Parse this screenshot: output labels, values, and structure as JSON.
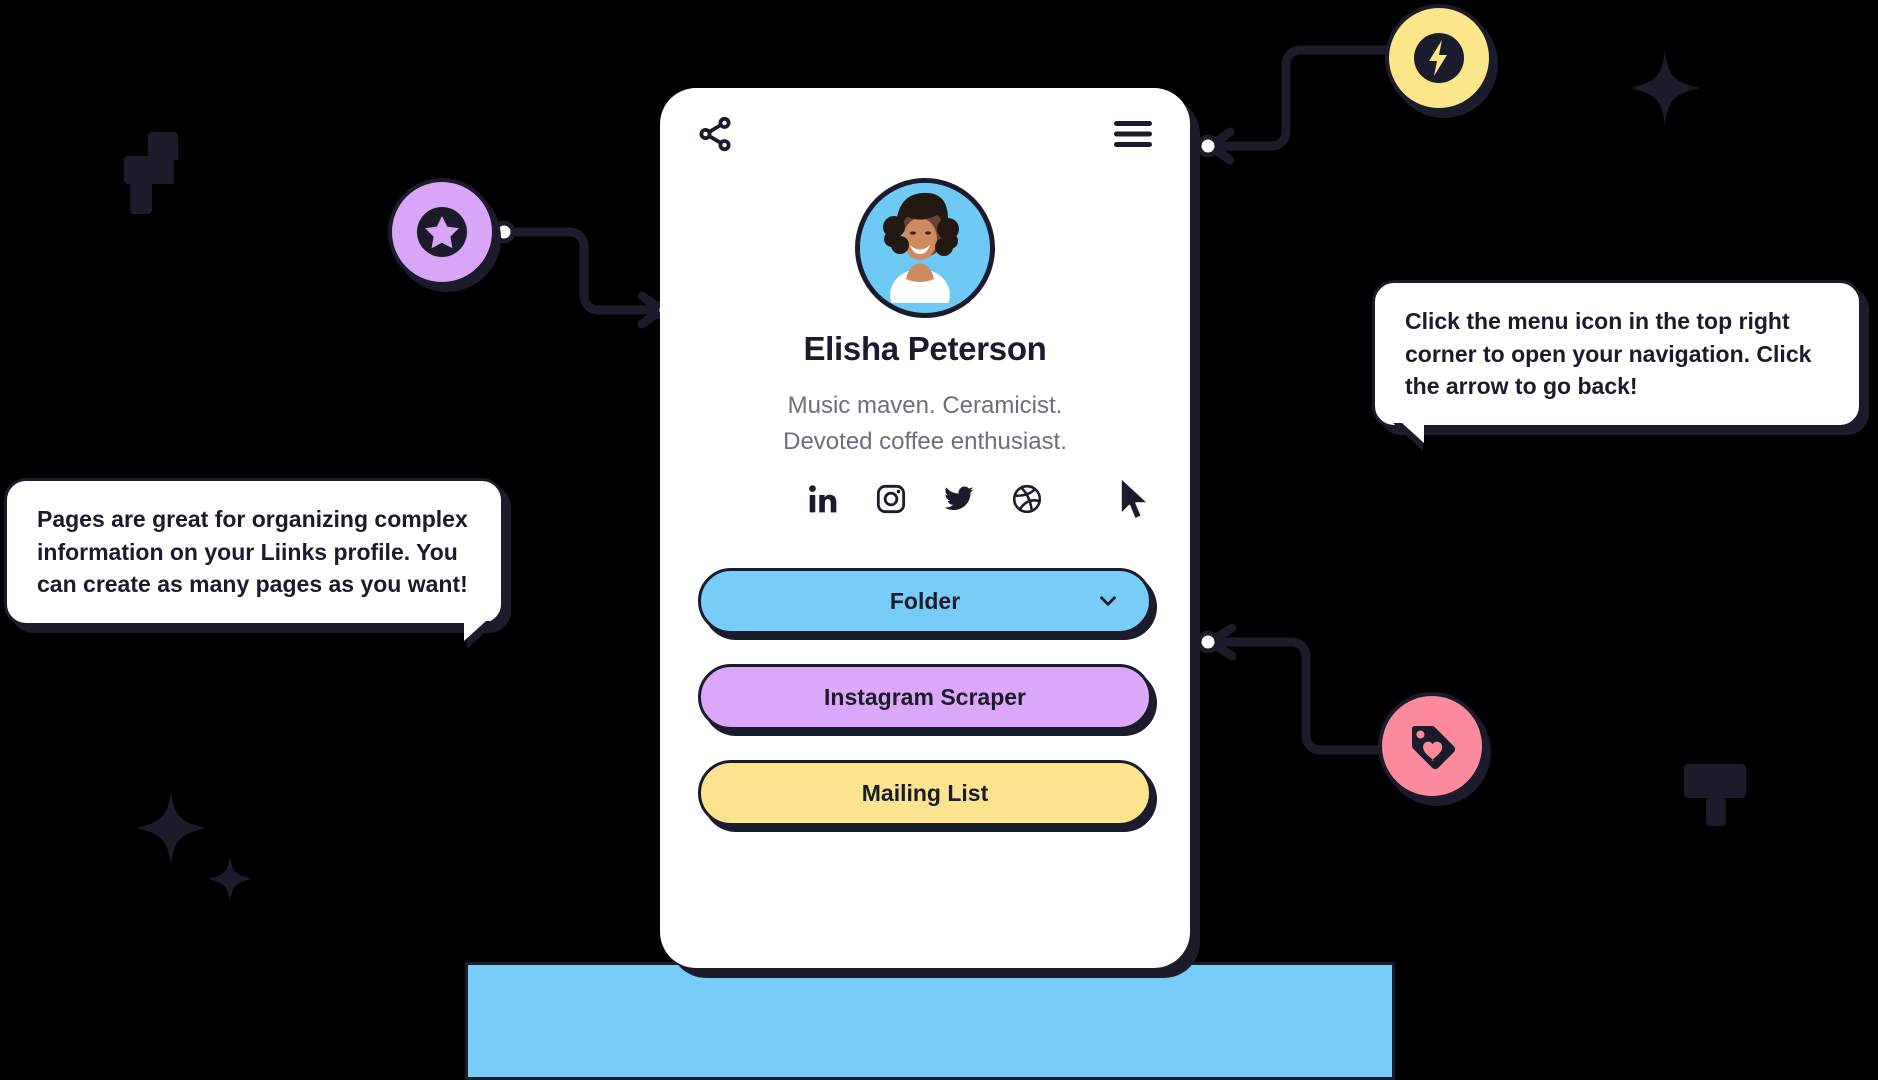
{
  "profile": {
    "name": "Elisha Peterson",
    "bio_line1": "Music maven. Ceramicist.",
    "bio_line2": "Devoted coffee enthusiast.",
    "share_icon": "share-icon",
    "menu_icon": "hamburger-menu-icon",
    "avatar_alt": "profile-photo",
    "avatar_bg": "#6ec9f5",
    "socials": [
      {
        "name": "linkedin",
        "label": "LinkedIn"
      },
      {
        "name": "instagram",
        "label": "Instagram"
      },
      {
        "name": "twitter",
        "label": "Twitter"
      },
      {
        "name": "dribbble",
        "label": "Dribbble"
      }
    ]
  },
  "links": [
    {
      "label": "Folder",
      "color": "#77cdf8",
      "has_chevron": true,
      "chevron_icon": "chevron-down-icon"
    },
    {
      "label": "Instagram Scraper",
      "color": "#dba7f8",
      "has_chevron": false
    },
    {
      "label": "Mailing List",
      "color": "#fbe48d",
      "has_chevron": false
    }
  ],
  "callouts": {
    "left": "Pages are great for organizing complex information on your Liinks profile. You can create as many pages as you want!",
    "right": "Click the menu icon in the top right corner to open your navigation. Click the arrow to go back!"
  },
  "badges": [
    {
      "name": "bolt-badge",
      "icon": "lightning-bolt-icon",
      "color": "#fbe789"
    },
    {
      "name": "star-badge",
      "icon": "star-icon",
      "color": "#d9a6f7"
    },
    {
      "name": "tag-badge",
      "icon": "tag-heart-icon",
      "color": "#fb8a9c"
    }
  ],
  "bottom_bar": {
    "color": "#77cdf8"
  },
  "theme": {
    "ink": "#1b1b2b",
    "background": "#000000",
    "muted_text": "#6c6f7c"
  }
}
